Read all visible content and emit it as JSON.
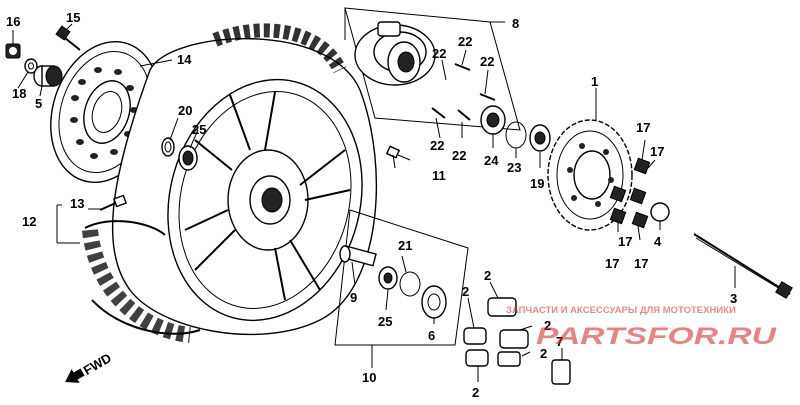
{
  "diagram": {
    "labels": {
      "p1": "1",
      "p2a": "2",
      "p2b": "2",
      "p2c": "2",
      "p2d": "2",
      "p2e": "2",
      "p3": "3",
      "p4": "4",
      "p5": "5",
      "p6": "6",
      "p7": "7",
      "p8": "8",
      "p9": "9",
      "p10": "10",
      "p11": "11",
      "p12": "12",
      "p13": "13",
      "p14": "14",
      "p15": "15",
      "p16": "16",
      "p17a": "17",
      "p17b": "17",
      "p17c": "17",
      "p17d": "17",
      "p17e": "17",
      "p18": "18",
      "p19": "19",
      "p20": "20",
      "p21": "21",
      "p22a": "22",
      "p22b": "22",
      "p22c": "22",
      "p22d": "22",
      "p23": "23",
      "p24": "24",
      "p25a": "25",
      "p25b": "25"
    },
    "fwd": "FWD",
    "watermark": {
      "tagline": "ЗАПЧАСТИ И АКСЕССУАРЫ ДЛЯ МОТОТЕХНИКИ",
      "brand": "PARTSFOR.RU"
    }
  }
}
